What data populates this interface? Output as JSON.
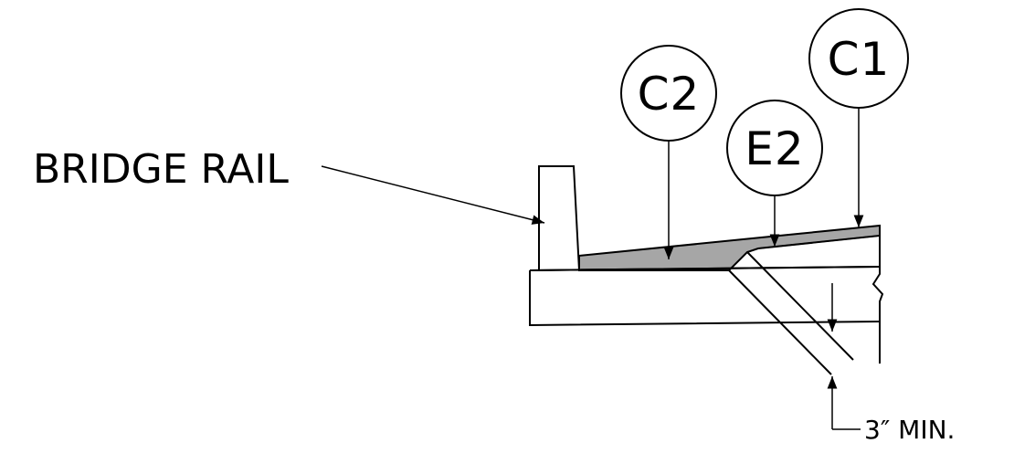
{
  "labels": {
    "bridge_rail": "BRIDGE RAIL",
    "c2": "C2",
    "e2": "E2",
    "c1": "C1",
    "min_dim": "3″ MIN."
  },
  "colors": {
    "ink": "#000000",
    "fill_gray": "#a6a6a6",
    "background": "#ffffff"
  }
}
